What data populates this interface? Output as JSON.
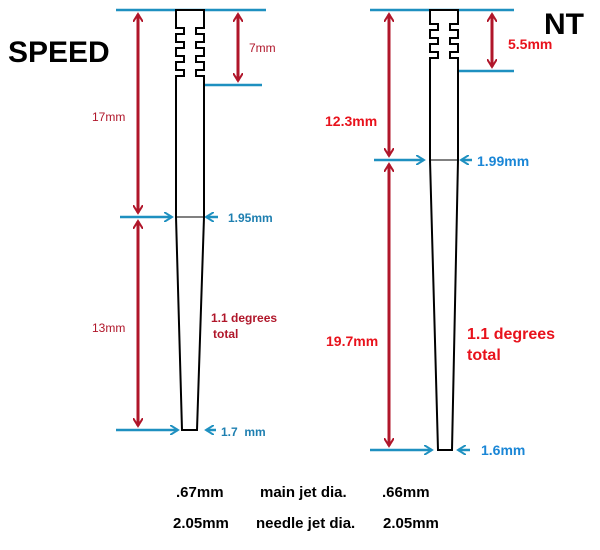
{
  "speed": {
    "title": "SPEED",
    "groove_length": "7mm",
    "upper_length": "17mm",
    "lower_length": "13mm",
    "mid_diameter": "1.95mm",
    "tip_diameter": "1.7  mm",
    "taper_line1": "1.1 degrees",
    "taper_line2": "total"
  },
  "nt": {
    "title": "NT",
    "groove_length": "5.5mm",
    "upper_length": "12.3mm",
    "lower_length": "19.7mm",
    "mid_diameter": "1.99mm",
    "tip_diameter": "1.6mm",
    "taper_line1": "1.1 degrees",
    "taper_line2": "total"
  },
  "footer": {
    "row1_left": ".67mm",
    "row1_label": "main jet dia.",
    "row1_right": ".66mm",
    "row2_left": "2.05mm",
    "row2_label": "needle jet dia.",
    "row2_right": "2.05mm"
  },
  "colors": {
    "dark_red": "#b0162a",
    "red": "#e8121c",
    "blue_line": "#1e90c0",
    "blue_text": "#1a86d6"
  }
}
